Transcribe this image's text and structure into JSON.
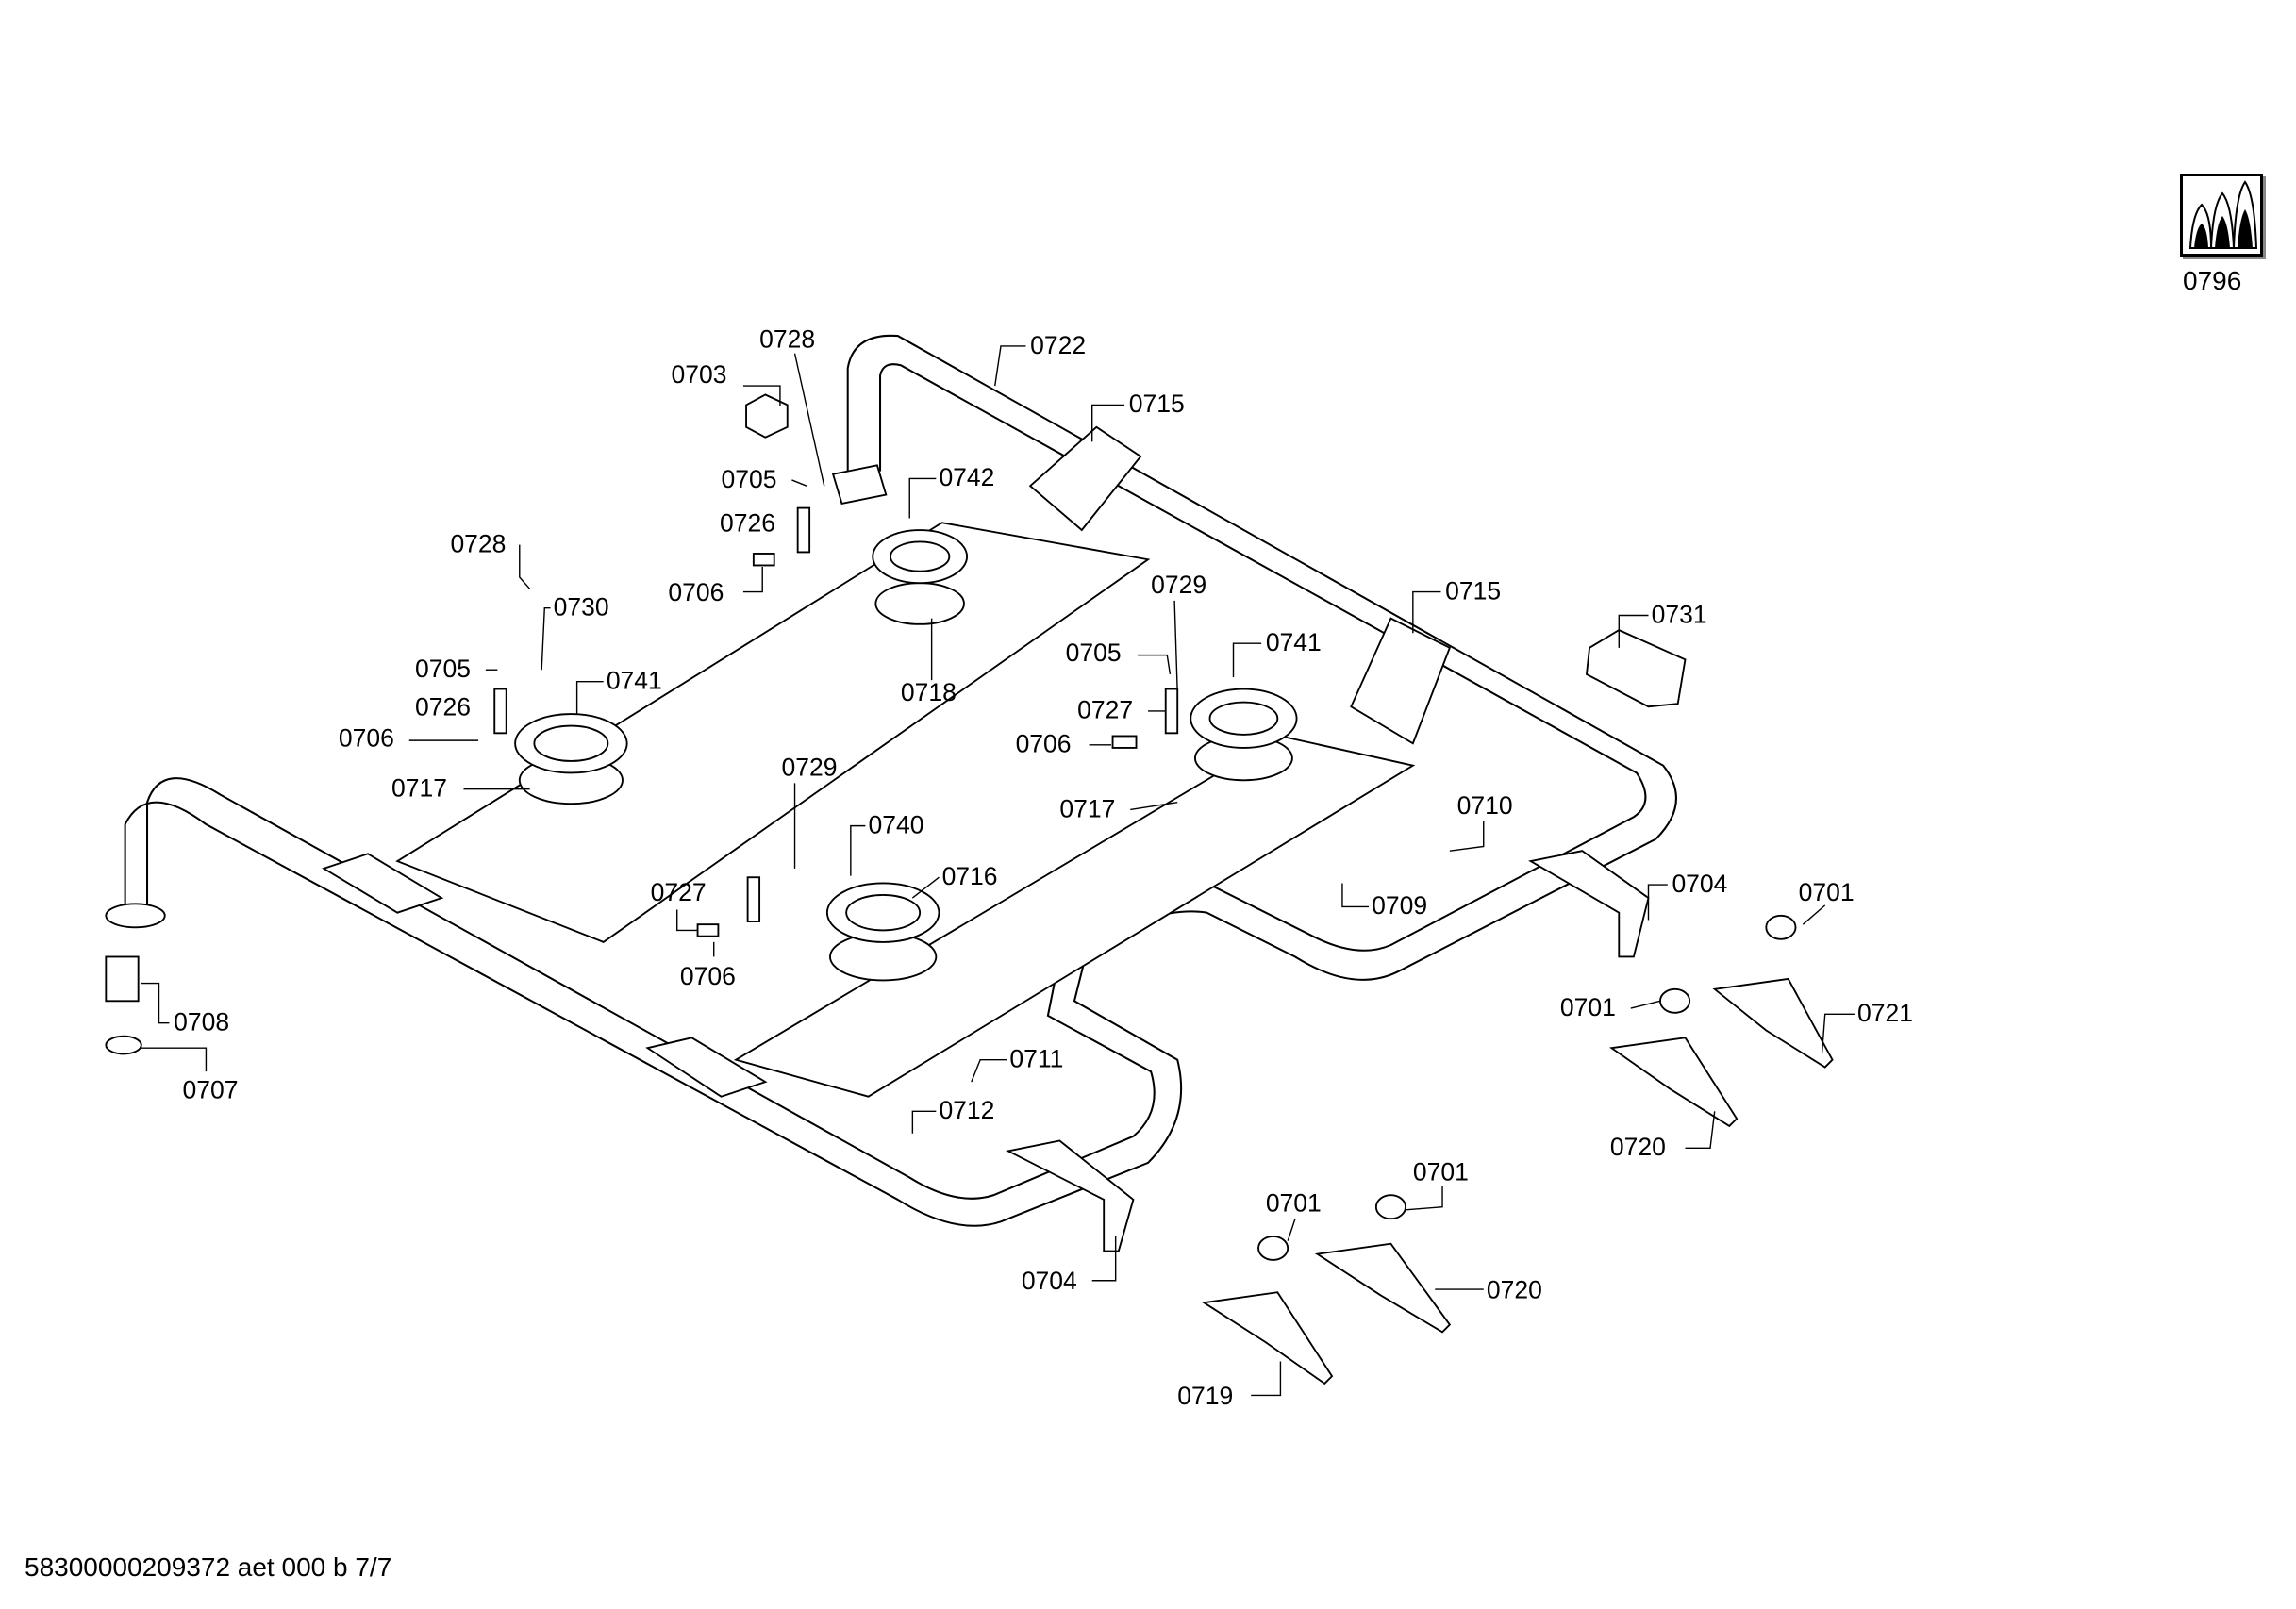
{
  "diagram": {
    "callouts": [
      "0728",
      "0722",
      "0703",
      "0715",
      "0705",
      "0742",
      "0726",
      "0728",
      "0706",
      "0730",
      "0729",
      "0715",
      "0731",
      "0705",
      "0741",
      "0705",
      "0741",
      "0718",
      "0726",
      "0727",
      "0706",
      "0706",
      "0717",
      "0729",
      "0717",
      "0710",
      "0740",
      "0716",
      "0704",
      "0701",
      "0727",
      "0709",
      "0706",
      "0701",
      "0721",
      "0708",
      "0711",
      "0707",
      "0712",
      "0720",
      "0701",
      "0701",
      "0704",
      "0720",
      "0719"
    ],
    "gas_icon": {
      "name": "gas-flame-icon",
      "label": "0796"
    }
  },
  "footer": {
    "document_id": "58300000209372 aet 000 b 7/7"
  }
}
